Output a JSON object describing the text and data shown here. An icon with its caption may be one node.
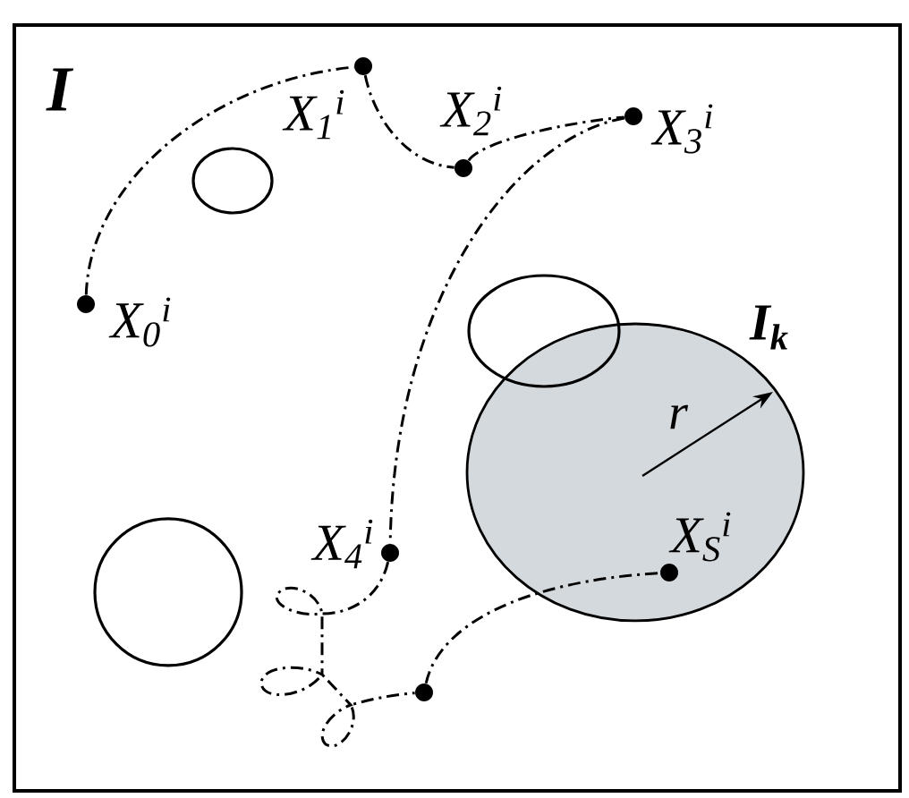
{
  "diagram": {
    "nodes": [
      {
        "text": [
          "I"
        ]
      },
      {
        "text": [],
        "shape": "dot",
        "in": 0,
        "beside": [
          "X$_{0}$$^{i}$"
        ]
      },
      {
        "text": [],
        "shape": "dot",
        "in": 0,
        "beside": [
          "X$_{1}$$^{i}$"
        ]
      },
      {
        "text": [],
        "shape": "dot",
        "in": 0,
        "beside": [
          "X$_{2}$$^{i}$"
        ]
      },
      {
        "text": [],
        "shape": "dot",
        "in": 0,
        "beside": [
          "X$_{3}$$^{i}$"
        ]
      },
      {
        "text": [],
        "shape": "dot",
        "in": 0,
        "beside": [
          "X$_{4}$$^{i}$"
        ]
      },
      {
        "text": [],
        "shape": "dot",
        "in": 0
      },
      {
        "text": [
          "I$_{k}$",
          "r"
        ],
        "in": 0
      },
      {
        "text": [],
        "shape": "dot",
        "in": 7,
        "beside": [
          "X$_{S}$$^{i}$"
        ]
      },
      {
        "text": [],
        "shape": "ellipse",
        "in": 0
      },
      {
        "text": [],
        "shape": "ellipse",
        "in": 0
      },
      {
        "text": [],
        "shape": "circle",
        "in": 0
      }
    ],
    "edges": [
      {
        "from": 1,
        "to": 2,
        "arrow": "none"
      },
      {
        "from": 2,
        "to": 3,
        "arrow": "none"
      },
      {
        "from": 3,
        "to": 4,
        "arrow": "none"
      },
      {
        "from": 4,
        "to": 5,
        "arrow": "none"
      },
      {
        "from": 5,
        "to": 6,
        "arrow": "none"
      },
      {
        "from": 6,
        "to": 8,
        "arrow": "none"
      }
    ]
  }
}
